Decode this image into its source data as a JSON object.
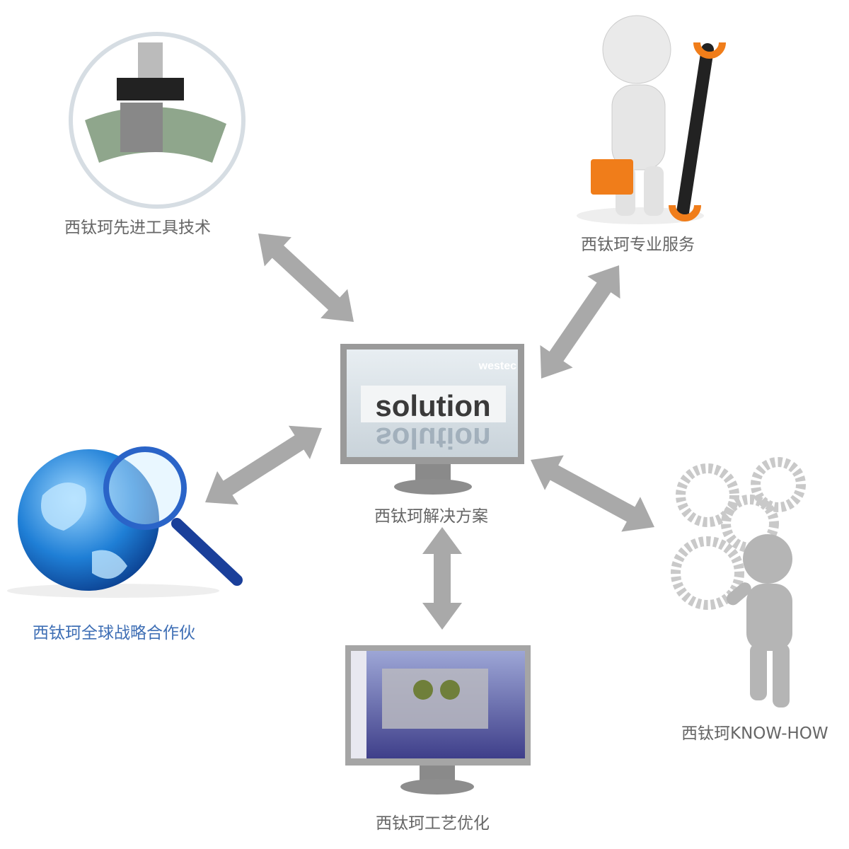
{
  "nodes": {
    "tools": {
      "label": "西钛珂先进工具技术"
    },
    "service": {
      "label": "西钛珂专业服务"
    },
    "solution": {
      "label": "西钛珂解决方案",
      "screen_word": "solution",
      "screen_logo": "westec"
    },
    "partners": {
      "label": "西钛珂全球战略合作伙"
    },
    "knowhow": {
      "label": "西钛珂KNOW-HOW"
    },
    "process": {
      "label": "西钛珂工艺优化"
    }
  },
  "colors": {
    "arrow": "#a9a9a9",
    "label": "#666666",
    "partner_label": "#3f6fb5"
  }
}
